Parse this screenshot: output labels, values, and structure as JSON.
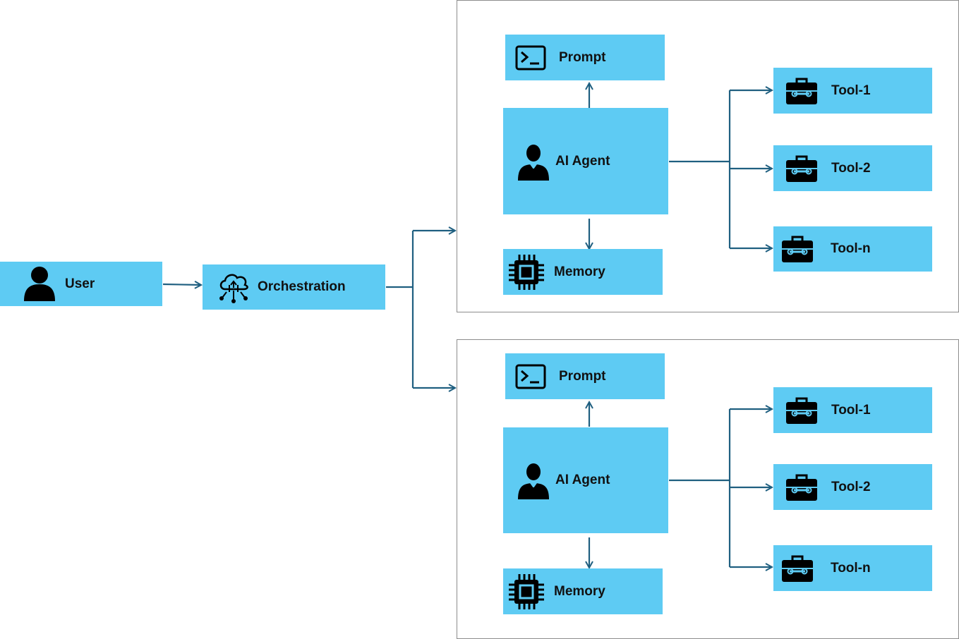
{
  "colors": {
    "node_fill": "#5ecbf3",
    "connector": "#1f5f80",
    "group_border": "#8c8c8c"
  },
  "user": {
    "label": "User",
    "icon": "user-icon"
  },
  "orchestration": {
    "label": "Orchestration",
    "icon": "cloud-network-icon"
  },
  "groups": [
    {
      "prompt": "Prompt",
      "agent": "AI Agent",
      "memory": "Memory",
      "tools": [
        "Tool-1",
        "Tool-2",
        "Tool-n"
      ]
    },
    {
      "prompt": "Prompt",
      "agent": "AI Agent",
      "memory": "Memory",
      "tools": [
        "Tool-1",
        "Tool-2",
        "Tool-n"
      ]
    }
  ]
}
